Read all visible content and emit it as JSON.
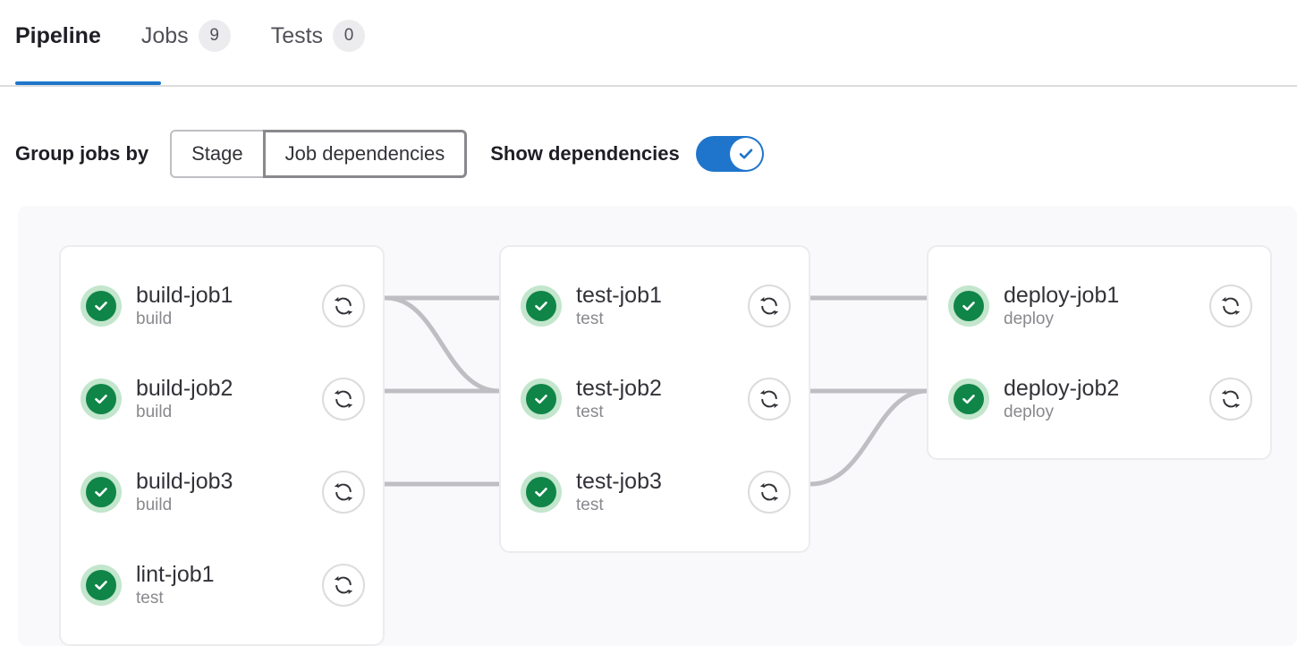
{
  "tabs": [
    {
      "label": "Pipeline",
      "badge": null,
      "active": true
    },
    {
      "label": "Jobs",
      "badge": "9",
      "active": false
    },
    {
      "label": "Tests",
      "badge": "0",
      "active": false
    }
  ],
  "controls": {
    "group_jobs_by_label": "Group jobs by",
    "group_options": [
      {
        "label": "Stage",
        "selected": false
      },
      {
        "label": "Job dependencies",
        "selected": true
      }
    ],
    "show_dependencies_label": "Show dependencies",
    "show_dependencies_on": true
  },
  "colors": {
    "accent": "#1f75cb",
    "success_ring": "#c3e6cd",
    "success_fill": "#108548",
    "graph_bg": "#f9f9fb",
    "card_border": "#ececef",
    "edge": "#bfbfc3",
    "badge_bg": "#ececef",
    "text_primary": "#333238",
    "text_muted": "#89888d"
  },
  "icons": {
    "retry": "retry-icon",
    "status_success": "status-success-icon",
    "toggle_check": "check-icon"
  },
  "graph": {
    "columns": [
      {
        "name": "build-column",
        "jobs": [
          {
            "name": "build-job1",
            "stage": "build",
            "status": "success",
            "retry_label": "Retry"
          },
          {
            "name": "build-job2",
            "stage": "build",
            "status": "success",
            "retry_label": "Retry"
          },
          {
            "name": "build-job3",
            "stage": "build",
            "status": "success",
            "retry_label": "Retry"
          },
          {
            "name": "lint-job1",
            "stage": "test",
            "status": "success",
            "retry_label": "Retry"
          }
        ]
      },
      {
        "name": "test-column",
        "jobs": [
          {
            "name": "test-job1",
            "stage": "test",
            "status": "success",
            "retry_label": "Retry"
          },
          {
            "name": "test-job2",
            "stage": "test",
            "status": "success",
            "retry_label": "Retry"
          },
          {
            "name": "test-job3",
            "stage": "test",
            "status": "success",
            "retry_label": "Retry"
          }
        ]
      },
      {
        "name": "deploy-column",
        "jobs": [
          {
            "name": "deploy-job1",
            "stage": "deploy",
            "status": "success",
            "retry_label": "Retry"
          },
          {
            "name": "deploy-job2",
            "stage": "deploy",
            "status": "success",
            "retry_label": "Retry"
          }
        ]
      }
    ],
    "links": [
      {
        "from": "build-job1",
        "to": "test-job1"
      },
      {
        "from": "build-job1",
        "to": "test-job2"
      },
      {
        "from": "build-job2",
        "to": "test-job2"
      },
      {
        "from": "build-job3",
        "to": "test-job3"
      },
      {
        "from": "test-job1",
        "to": "deploy-job1"
      },
      {
        "from": "test-job2",
        "to": "deploy-job2"
      },
      {
        "from": "test-job3",
        "to": "deploy-job2"
      }
    ]
  }
}
